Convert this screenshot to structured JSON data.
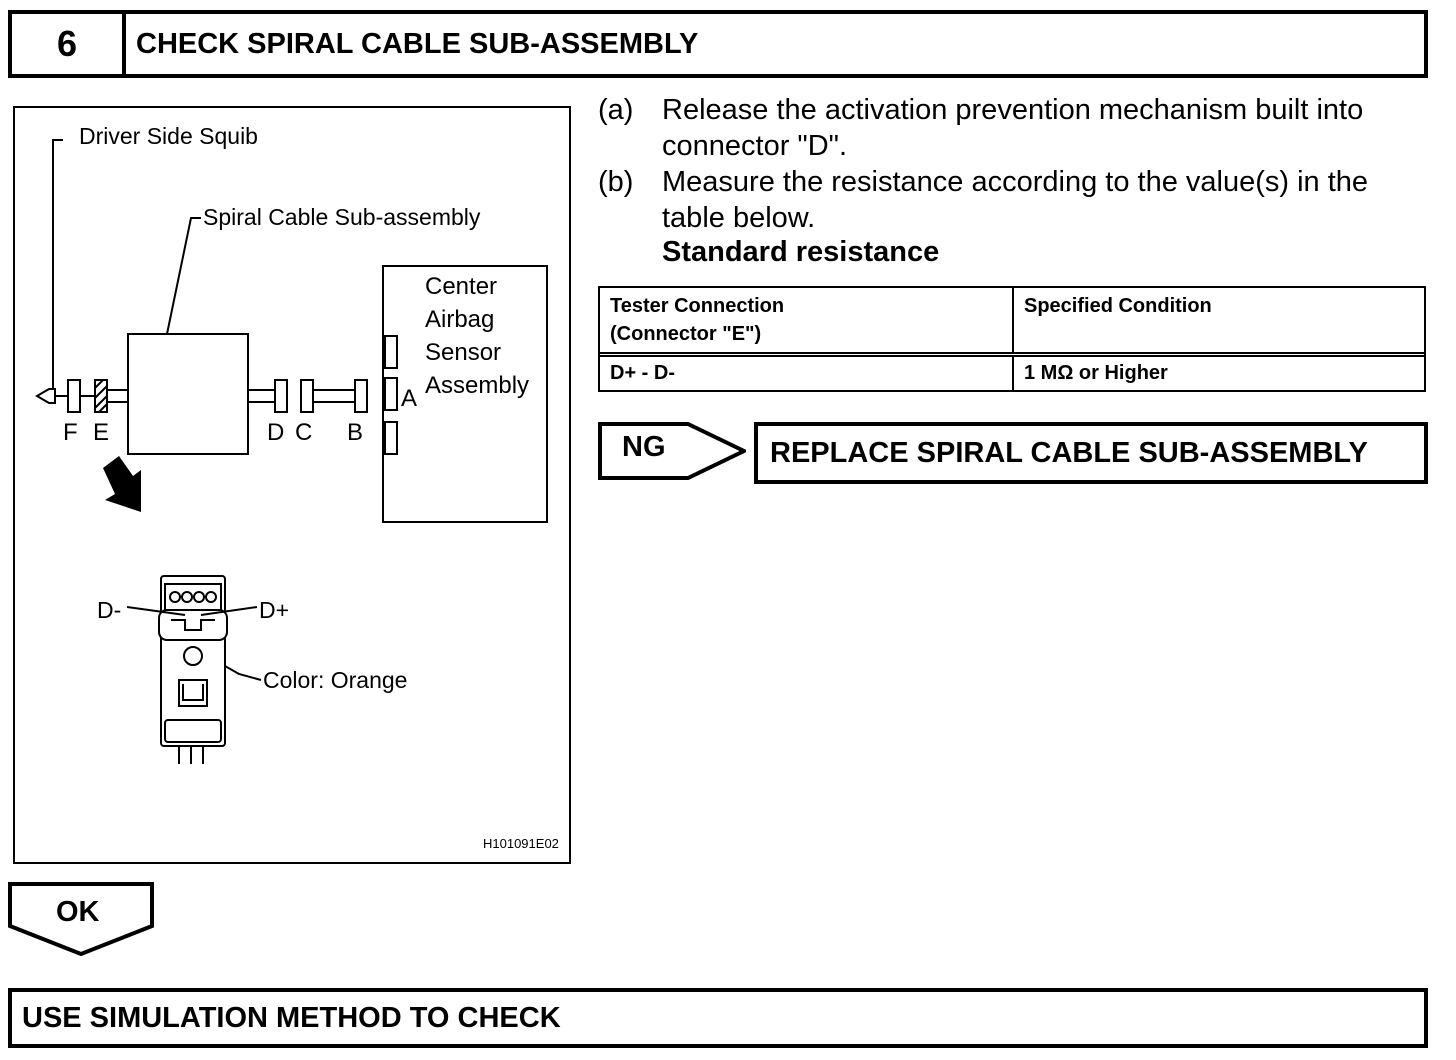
{
  "step": {
    "number": "6",
    "title": "CHECK SPIRAL CABLE SUB-ASSEMBLY"
  },
  "illustration": {
    "labels": {
      "driver_side_squib": "Driver Side Squib",
      "spiral_cable": "Spiral Cable Sub-assembly",
      "center_line1": "Center",
      "center_line2": "Airbag",
      "center_line3": "Sensor",
      "center_line4": "Assembly",
      "conn_a": "A",
      "conn_b": "B",
      "conn_c": "C",
      "conn_d": "D",
      "conn_e": "E",
      "conn_f": "F",
      "d_minus": "D-",
      "d_plus": "D+",
      "color": "Color: Orange"
    },
    "figure_id": "H101091E02"
  },
  "instructions": [
    {
      "label": "(a)",
      "text": "Release the activation prevention mechanism built into connector \"D\"."
    },
    {
      "label": "(b)",
      "text": "Measure the resistance according to the value(s) in the table below."
    }
  ],
  "standard_resistance": "Standard resistance",
  "table": {
    "headers": [
      "Tester Connection (Connector \"E\")",
      "Specified Condition"
    ],
    "header_line1": "Tester Connection",
    "header_line2": "(Connector \"E\")",
    "rows": [
      [
        "D+ - D-",
        "1 MΩ or Higher"
      ]
    ]
  },
  "ng": {
    "label": "NG",
    "action": "REPLACE SPIRAL CABLE SUB-ASSEMBLY"
  },
  "ok": {
    "label": "OK"
  },
  "next_step": "USE SIMULATION METHOD TO CHECK"
}
